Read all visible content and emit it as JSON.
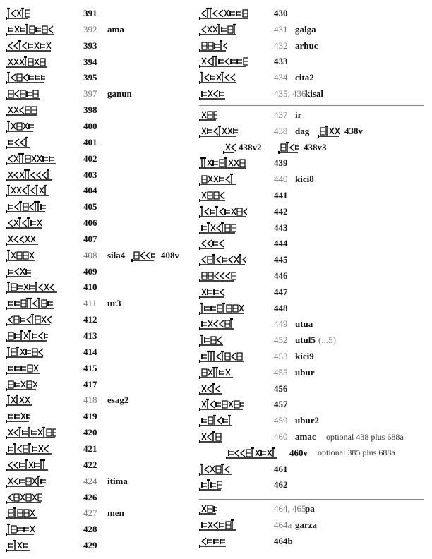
{
  "left": [
    {
      "num": "391",
      "bold": true,
      "name": ""
    },
    {
      "num": "392",
      "bold": false,
      "name": "ama"
    },
    {
      "num": "393",
      "bold": true,
      "name": ""
    },
    {
      "num": "394",
      "bold": true,
      "name": ""
    },
    {
      "num": "395",
      "bold": true,
      "name": ""
    },
    {
      "num": "397",
      "bold": false,
      "name": "ganun"
    },
    {
      "num": "398",
      "bold": true,
      "name": ""
    },
    {
      "num": "400",
      "bold": true,
      "name": ""
    },
    {
      "num": "401",
      "bold": true,
      "name": ""
    },
    {
      "num": "402",
      "bold": true,
      "name": ""
    },
    {
      "num": "403",
      "bold": true,
      "name": ""
    },
    {
      "num": "404",
      "bold": true,
      "name": ""
    },
    {
      "num": "405",
      "bold": true,
      "name": ""
    },
    {
      "num": "406",
      "bold": true,
      "name": ""
    },
    {
      "num": "407",
      "bold": true,
      "name": ""
    },
    {
      "num": "408",
      "bold": false,
      "name": "sila4",
      "variant": "408v"
    },
    {
      "num": "409",
      "bold": true,
      "name": ""
    },
    {
      "num": "410",
      "bold": true,
      "name": ""
    },
    {
      "num": "411",
      "bold": false,
      "name": "ur3"
    },
    {
      "num": "412",
      "bold": true,
      "name": ""
    },
    {
      "num": "413",
      "bold": true,
      "name": ""
    },
    {
      "num": "414",
      "bold": true,
      "name": ""
    },
    {
      "num": "415",
      "bold": true,
      "name": ""
    },
    {
      "num": "417",
      "bold": true,
      "name": ""
    },
    {
      "num": "418",
      "bold": false,
      "name": "esag2"
    },
    {
      "num": "419",
      "bold": true,
      "name": ""
    },
    {
      "num": "420",
      "bold": true,
      "name": ""
    },
    {
      "num": "421",
      "bold": true,
      "name": ""
    },
    {
      "num": "422",
      "bold": true,
      "name": ""
    },
    {
      "num": "424",
      "bold": false,
      "name": "itima"
    },
    {
      "num": "426",
      "bold": true,
      "name": ""
    },
    {
      "num": "427",
      "bold": false,
      "name": "men"
    },
    {
      "num": "428",
      "bold": true,
      "name": ""
    },
    {
      "num": "429",
      "bold": true,
      "name": ""
    }
  ],
  "right_a": [
    {
      "num": "430",
      "bold": true,
      "name": ""
    },
    {
      "num": "431",
      "bold": false,
      "name": "galga"
    },
    {
      "num": "432",
      "bold": false,
      "name": "arhuc"
    },
    {
      "num": "433",
      "bold": true,
      "name": ""
    },
    {
      "num": "434",
      "bold": false,
      "name": "cita2"
    },
    {
      "num": "435, 436",
      "bold": false,
      "name": "kisal"
    }
  ],
  "right_b": [
    {
      "num": "437",
      "bold": false,
      "name": "ir"
    },
    {
      "num": "438",
      "bold": false,
      "name": "dag",
      "variant": "438v"
    },
    {
      "num": "",
      "bold": false,
      "name": "",
      "variants": [
        "438v2",
        "438v3"
      ]
    },
    {
      "num": "439",
      "bold": true,
      "name": ""
    },
    {
      "num": "440",
      "bold": false,
      "name": "kici8"
    },
    {
      "num": "441",
      "bold": true,
      "name": ""
    },
    {
      "num": "442",
      "bold": true,
      "name": ""
    },
    {
      "num": "443",
      "bold": true,
      "name": ""
    },
    {
      "num": "444",
      "bold": true,
      "name": ""
    },
    {
      "num": "445",
      "bold": true,
      "name": ""
    },
    {
      "num": "446",
      "bold": true,
      "name": ""
    },
    {
      "num": "447",
      "bold": true,
      "name": ""
    },
    {
      "num": "448",
      "bold": true,
      "name": ""
    },
    {
      "num": "449",
      "bold": false,
      "name": "utua"
    },
    {
      "num": "452",
      "bold": false,
      "name": "utul5",
      "suffix": "(...5)"
    },
    {
      "num": "453",
      "bold": false,
      "name": "kici9"
    },
    {
      "num": "455",
      "bold": false,
      "name": "ubur"
    },
    {
      "num": "456",
      "bold": true,
      "name": ""
    },
    {
      "num": "457",
      "bold": true,
      "name": ""
    },
    {
      "num": "459",
      "bold": false,
      "name": "ubur2"
    },
    {
      "num": "460",
      "bold": false,
      "name": "amac",
      "note": "optional 438 plus 688a"
    },
    {
      "num": "460v",
      "bold": true,
      "name": "",
      "note": "optional 385 plus 688a",
      "indent": true
    },
    {
      "num": "461",
      "bold": true,
      "name": ""
    },
    {
      "num": "462",
      "bold": true,
      "name": ""
    }
  ],
  "right_c": [
    {
      "num": "464, 465",
      "bold": false,
      "name": "pa"
    },
    {
      "num": "464a",
      "bold": false,
      "name": "garza"
    },
    {
      "num": "464b",
      "bold": true,
      "name": ""
    }
  ]
}
